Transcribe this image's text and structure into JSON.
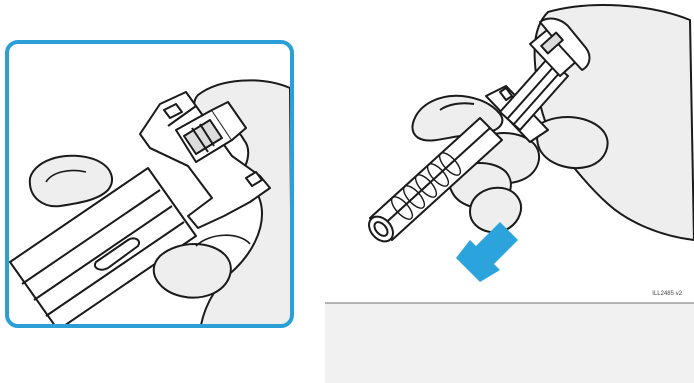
{
  "illustration": {
    "reference_label": "ILL2485 v2",
    "colors": {
      "frame_border": "#2a9fd8",
      "arrow": "#2ba3dc",
      "surface": "#f1f1f2",
      "line": "#1a1a1a",
      "skin": "#eeeeee"
    },
    "icons": [
      "zoom-detail-frame",
      "hand-holding-syringe",
      "push-arrow"
    ]
  }
}
